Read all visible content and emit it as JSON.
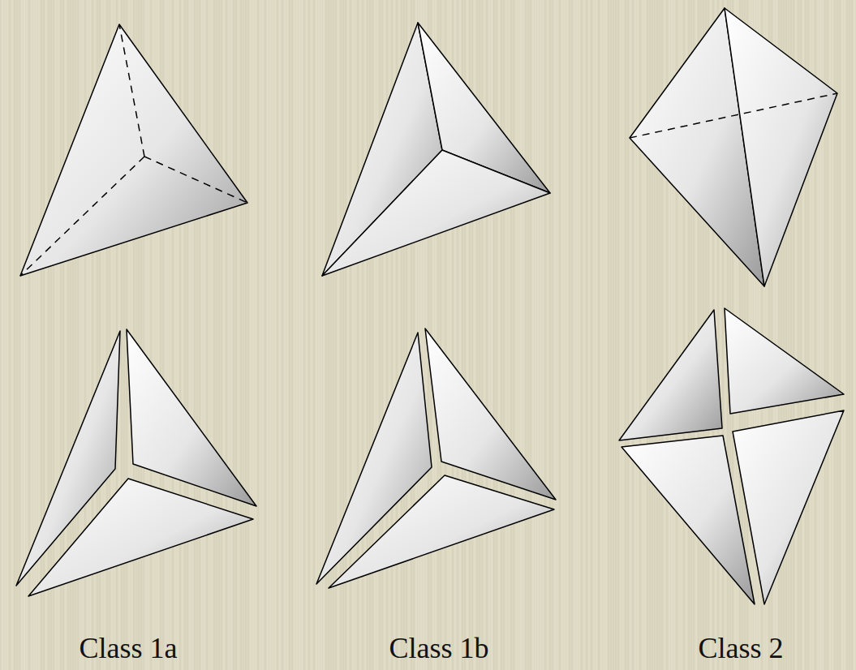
{
  "diagram": {
    "labels": [
      "Class 1a",
      "Class 1b",
      "Class 2"
    ]
  }
}
